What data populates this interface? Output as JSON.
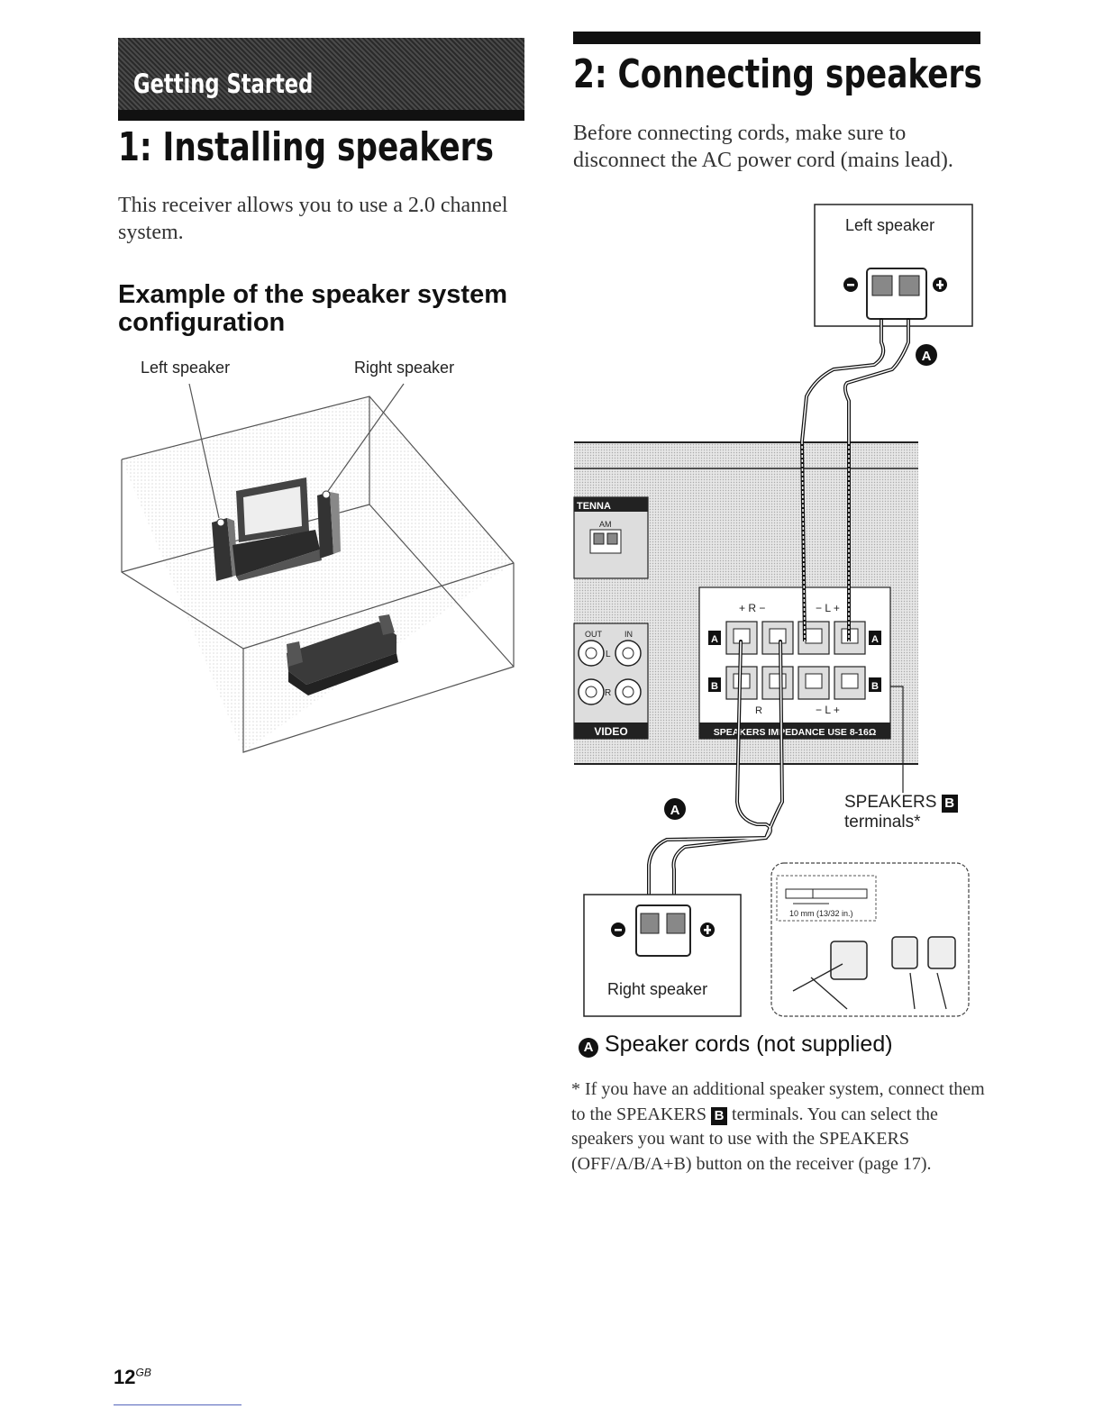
{
  "section": {
    "label": "Getting Started"
  },
  "left": {
    "heading": "1: Installing speakers",
    "intro": "This receiver allows you to use a 2.0 channel system.",
    "subheading": "Example of the speaker system configuration",
    "diagram": {
      "left_label": "Left speaker",
      "right_label": "Right speaker"
    }
  },
  "right": {
    "heading": "2: Connecting speakers",
    "caution": "Before connecting cords, make sure to disconnect the AC power cord (mains lead).",
    "diagram": {
      "left_speaker_label": "Left speaker",
      "right_speaker_label": "Right speaker",
      "cord_marker": "A",
      "antenna_label": "TENNA",
      "am_label": "AM",
      "out_label": "OUT",
      "in_label": "IN",
      "l_label": "L",
      "r_label": "R",
      "video_label": "VIDEO",
      "terminal_top_polarity": "+ R −",
      "terminal_top_polarity_l": "− L +",
      "terminal_bottom_polarity": "R",
      "terminal_bottom_polarity_l": "− L +",
      "row_a": "A",
      "row_b": "B",
      "panel_label": "SPEAKERS IMPEDANCE USE 8-16Ω",
      "speakers_b_label": "SPEAKERS",
      "speakers_b_letter": "B",
      "terminals_label": "terminals*",
      "strip_length": "10 mm (13/32 in.)"
    },
    "legend": {
      "marker": "A",
      "text": "Speaker cords (not supplied)"
    },
    "footnote": {
      "mark": "*",
      "text_before": "If you have an additional speaker system, connect them to the SPEAKERS",
      "letter": "B",
      "text_after": "terminals. You can select the speakers you want to use with the SPEAKERS (OFF/A/B/A+B) button on the receiver (page 17)."
    }
  },
  "page": {
    "number": "12",
    "suffix": "GB"
  }
}
